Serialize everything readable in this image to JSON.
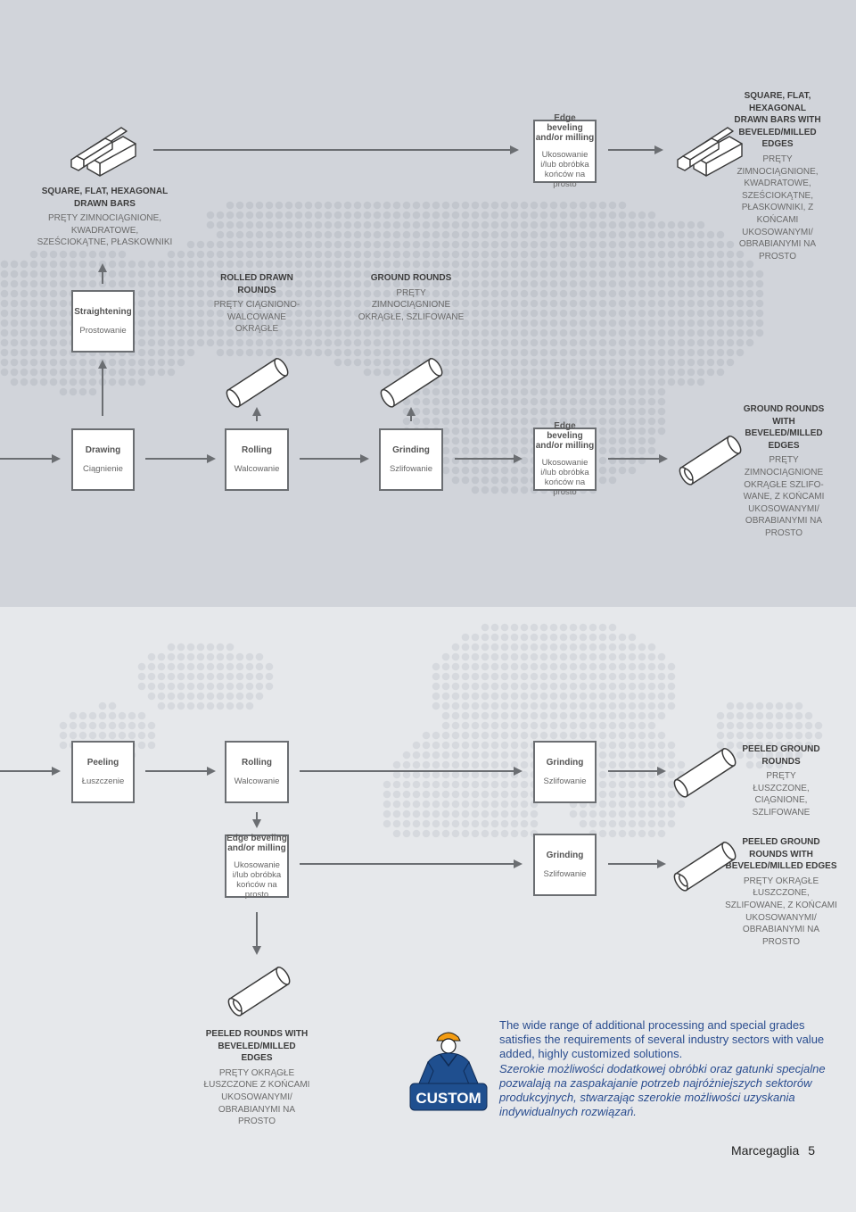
{
  "steps": {
    "straightening": {
      "en": "Straightening",
      "pl": "Prostowanie"
    },
    "drawing": {
      "en": "Drawing",
      "pl": "Ciągnienie"
    },
    "rolling_top": {
      "en": "Rolling",
      "pl": "Walcowanie"
    },
    "grinding_top": {
      "en": "Grinding",
      "pl": "Szlifowanie"
    },
    "edge_top": {
      "en": "Edge beveling and/or milling",
      "pl": "Ukosowanie i/lub obróbka końców na prosto"
    },
    "edge_mid": {
      "en": "Edge beveling and/or milling",
      "pl": "Ukosowanie i/lub obróbka końców na prosto"
    },
    "peeling": {
      "en": "Peeling",
      "pl": "Łuszczenie"
    },
    "rolling_bottom": {
      "en": "Rolling",
      "pl": "Walcowanie"
    },
    "grinding_b1": {
      "en": "Grinding",
      "pl": "Szlifowanie"
    },
    "edge_bottom": {
      "en": "Edge beveling and/or milling",
      "pl": "Ukosowanie i/lub obróbka końców na prosto"
    },
    "grinding_b2": {
      "en": "Grinding",
      "pl": "Szlifowanie"
    }
  },
  "products": {
    "square_bars": {
      "title": "SQUARE, FLAT, HEXAGONAL DRAWN BARS",
      "desc": "PRĘTY ZIMNOCIĄGNIONE, KWADRATOWE, SZEŚCIOKĄTNE, PŁASKOWNIKI"
    },
    "square_bars_edges": {
      "title": "SQUARE, FLAT, HEXAGONAL DRAWN BARS WITH BEVELED/MILLED EDGES",
      "desc": "PRĘTY ZIMNOCIĄGNIONE, KWADRATOWE, SZEŚCIOKĄTNE, PŁASKOWNIKI, Z KOŃCAMI UKOSOWANYMI/ OBRABIANYMI NA PROSTO"
    },
    "rolled_drawn": {
      "title": "ROLLED DRAWN ROUNDS",
      "desc": "PRĘTY CIĄGNIONO- WALCOWANE OKRĄGŁE"
    },
    "ground_rounds": {
      "title": "GROUND ROUNDS",
      "desc": "PRĘTY ZIMNOCIĄGNIONE OKRĄGŁE, SZLIFOWANE"
    },
    "ground_rounds_edges": {
      "title": "GROUND ROUNDS WITH BEVELED/MILLED EDGES",
      "desc": "PRĘTY ZIMNOCIĄGNIONE OKRĄGŁE SZLIFO- WANE, Z KOŃCAMI UKOSOWANYMI/ OBRABIANYMI NA PROSTO"
    },
    "peeled_ground": {
      "title": "PEELED GROUND ROUNDS",
      "desc": "PRĘTY ŁUSZCZONE, CIĄGNIONE, SZLIFOWANE"
    },
    "peeled_ground_edges": {
      "title": "PEELED GROUND ROUNDS WITH BEVELED/MILLED EDGES",
      "desc": "PRĘTY OKRĄGŁE ŁUSZCZONE, SZLIFOWANE, Z KOŃCAMI UKOSOWANYMI/ OBRABIANYMI NA PROSTO"
    },
    "peeled_edges": {
      "title": "PEELED ROUNDS WITH BEVELED/MILLED EDGES",
      "desc": "PRĘTY OKRĄGŁE ŁUSZCZONE Z KOŃCAMI UKOSOWANYMI/ OBRABIANYMI NA PROSTO"
    }
  },
  "logo": {
    "text": "CUSTOM"
  },
  "summary": {
    "en": "The wide range of additional processing and special grades satisfies the requirements of several industry sectors with value added, highly customized solutions.",
    "pl": "Szerokie możliwości dodatkowej obróbki oraz gatunki specjalne pozwalają na zaspakajanie potrzeb najróżniejszych sektorów produkcyjnych, stwarzając szerokie możliwości uzyskania indywidualnych rozwiązań."
  },
  "footer": {
    "brand": "Marcegaglia",
    "page": "5"
  },
  "colors": {
    "top_bg": "#d1d4da",
    "bottom_bg": "#e6e8eb",
    "connector": "#6b6e72",
    "summary_text": "#2a4d8f",
    "logo_blue": "#1f4f8f",
    "helmet": "#f39c12"
  }
}
